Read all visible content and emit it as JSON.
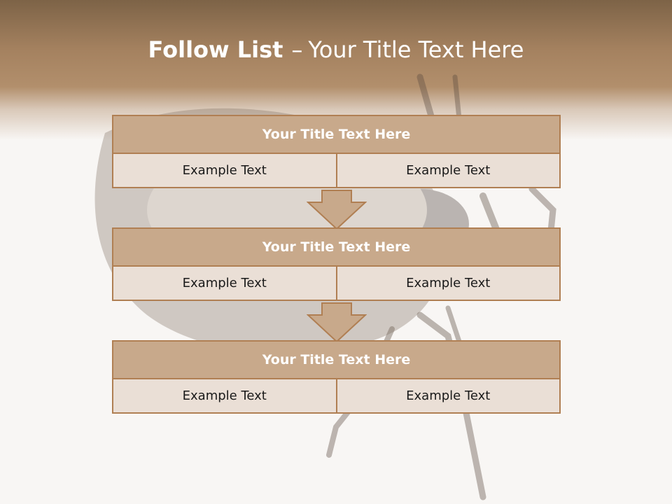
{
  "title": {
    "bold": "Follow List",
    "separator": "–",
    "rest": "Your Title Text Here"
  },
  "blocks": [
    {
      "heading": "Your Title Text Here",
      "cells": [
        "Example Text",
        "Example Text"
      ]
    },
    {
      "heading": "Your Title Text Here",
      "cells": [
        "Example Text",
        "Example Text"
      ]
    },
    {
      "heading": "Your Title Text Here",
      "cells": [
        "Example Text",
        "Example Text"
      ]
    }
  ],
  "colors": {
    "header_band": "#a4815f",
    "block_heading_fill": "#c8a98b",
    "block_cell_fill": "#eadfd6",
    "block_border": "#b07f53",
    "arrow_fill": "#c8a98b"
  }
}
